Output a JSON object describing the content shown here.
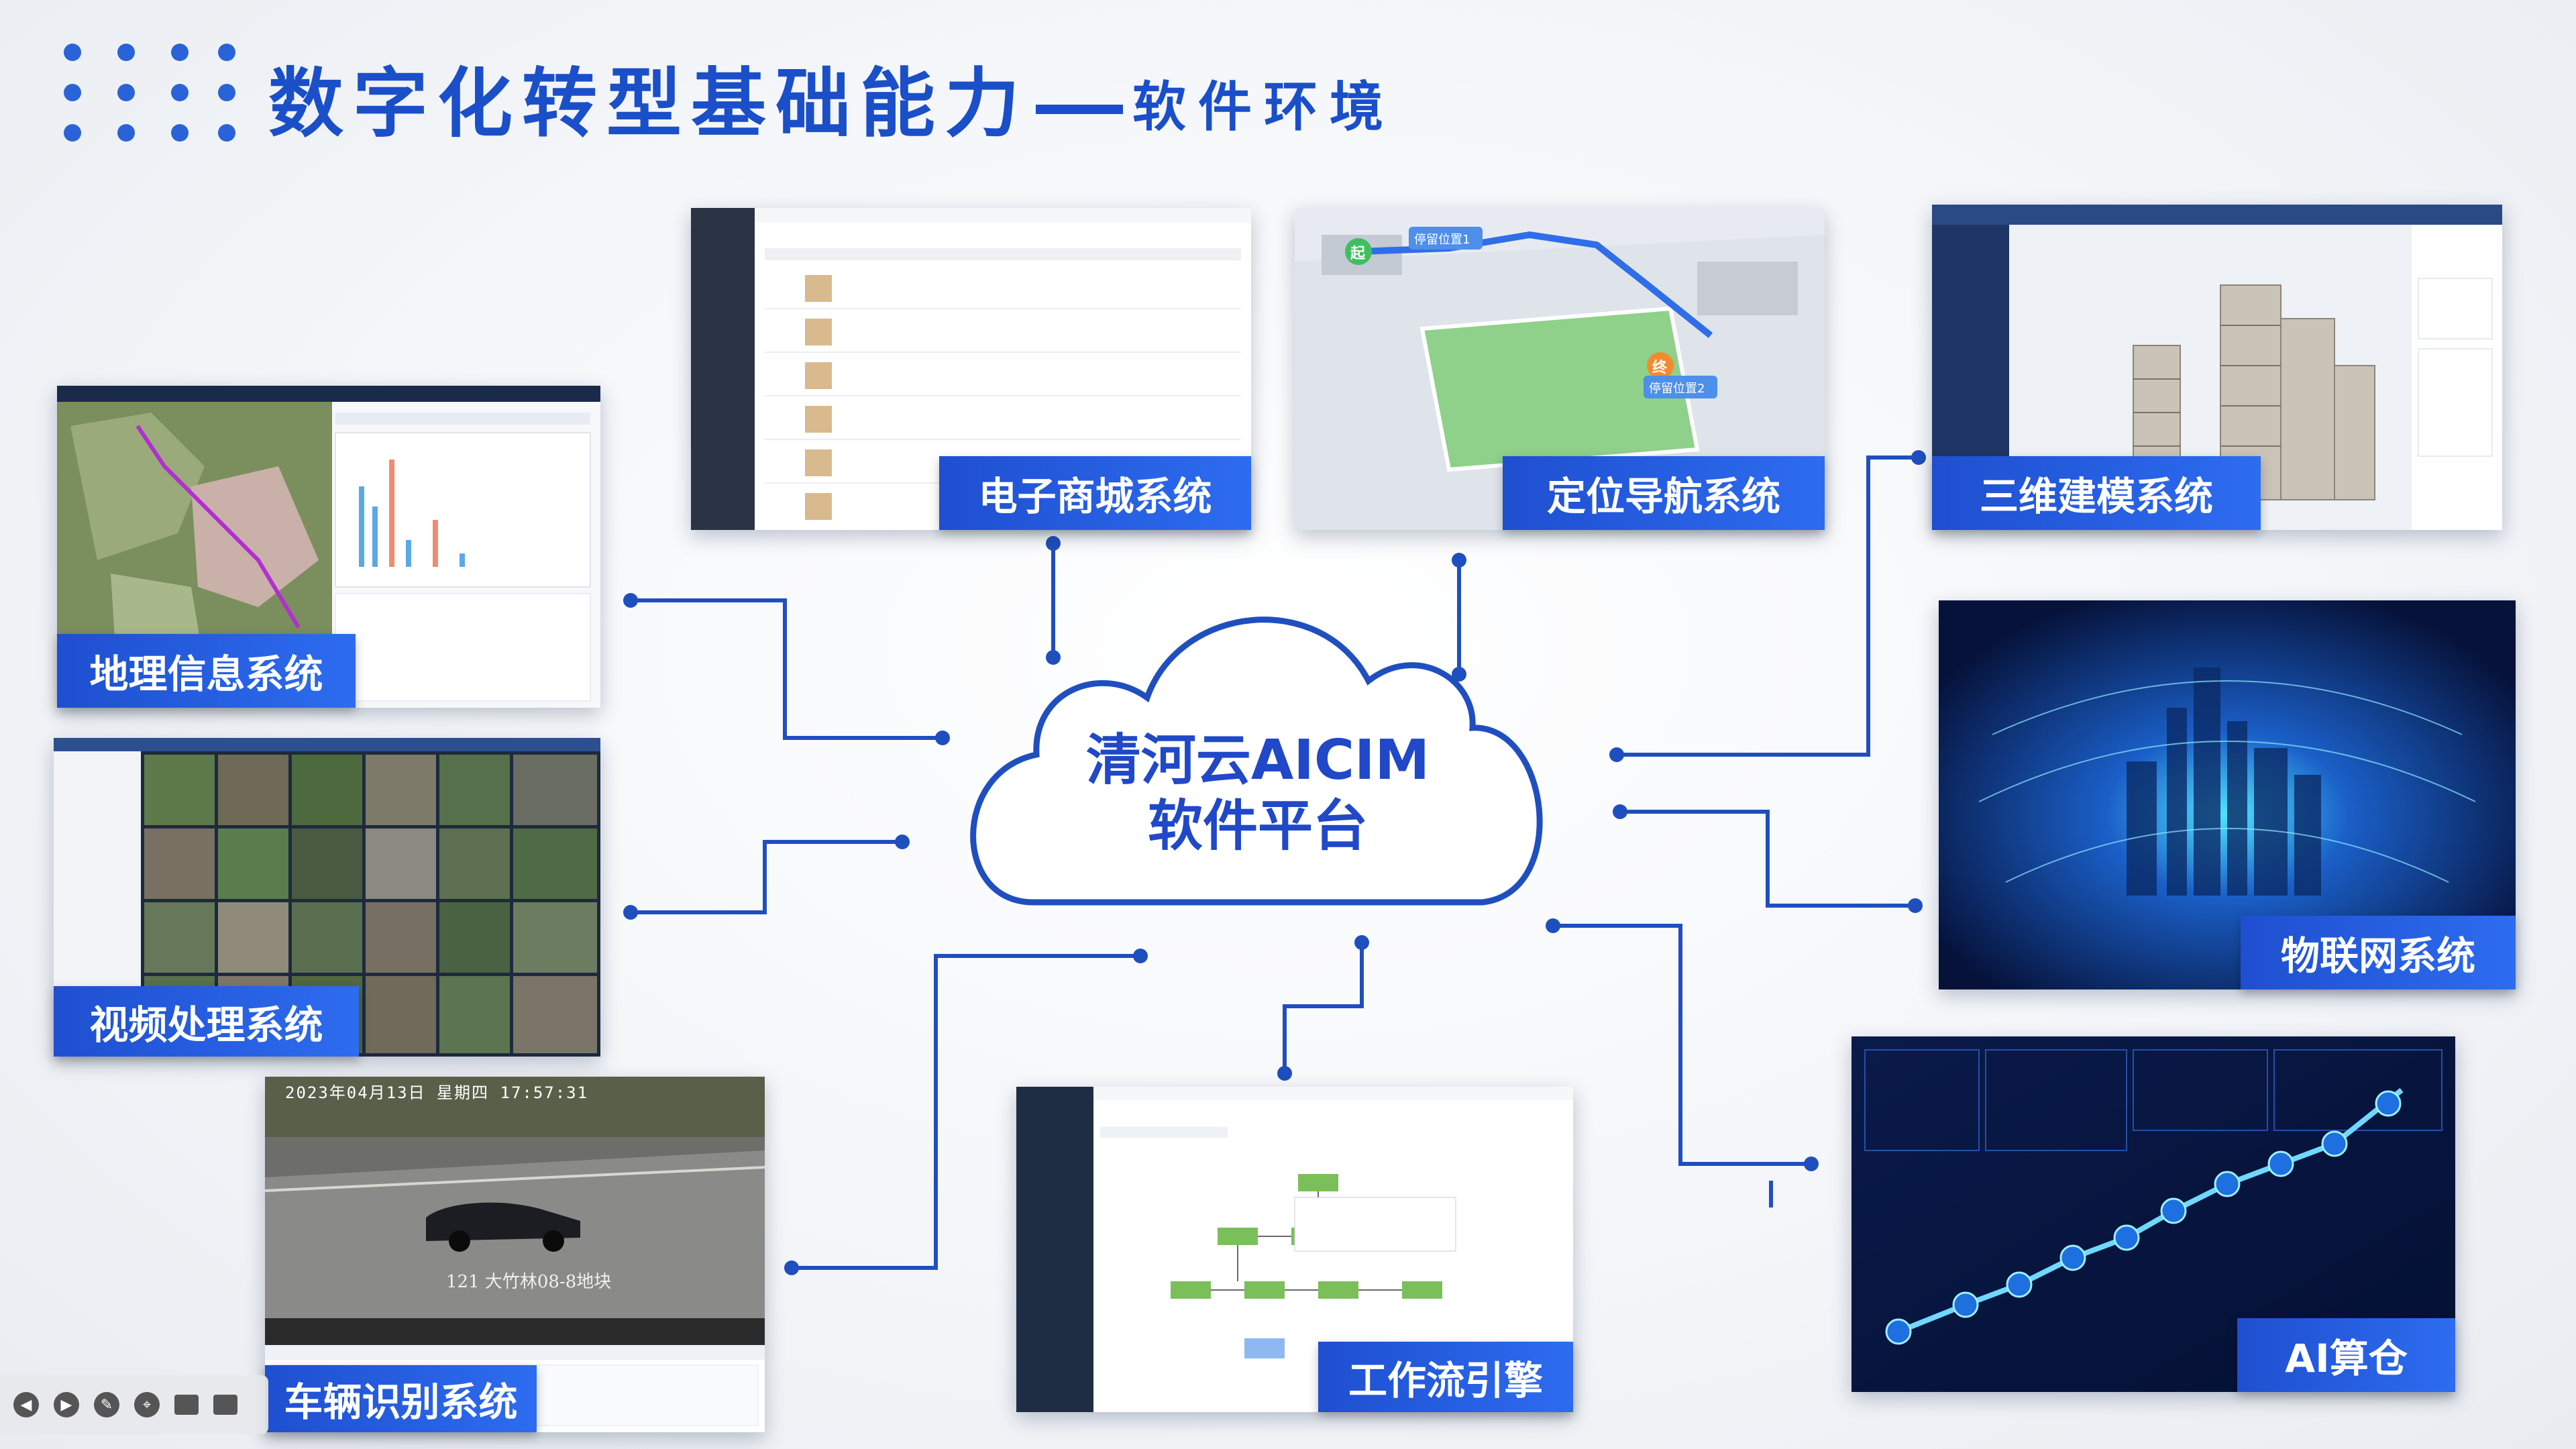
{
  "slide": {
    "title_main": "数字化转型基础能力",
    "title_sub": "软件环境",
    "center": {
      "line1": "清河云AICIM",
      "line2": "软件平台"
    }
  },
  "modules": {
    "gis": {
      "label": "地理信息系统"
    },
    "video": {
      "label": "视频处理系统"
    },
    "vehicle": {
      "label": "车辆识别系统",
      "overlay_time": "2023年04月13日 星期四 17:57:31",
      "overlay_place": "121 大竹林08-8地块"
    },
    "ecommerce": {
      "label": "电子商城系统"
    },
    "navigation": {
      "label": "定位导航系统",
      "pin_start": "起",
      "pin_end": "终",
      "stop1": "停留位置1",
      "stop2": "停留位置2"
    },
    "modeling": {
      "label": "三维建模系统"
    },
    "iot": {
      "label": "物联网系统"
    },
    "workflow": {
      "label": "工作流引擎"
    },
    "ai": {
      "label": "AI算仓"
    }
  },
  "colors": {
    "brand": "#1a4fc9",
    "label_bg": "#2257d6",
    "connector": "#1f4fbf"
  }
}
